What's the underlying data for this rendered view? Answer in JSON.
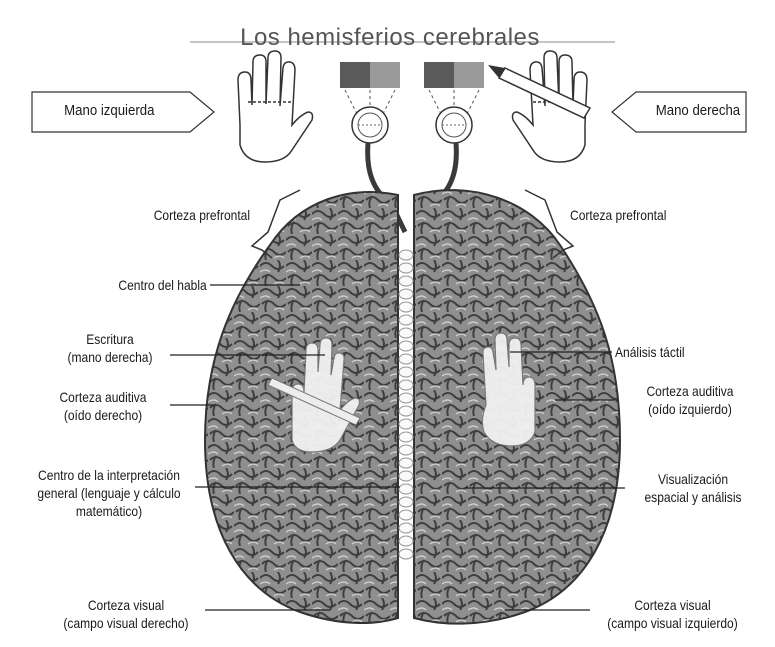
{
  "title": "Los hemisferios cerebrales",
  "hands": {
    "left": "Mano izquierda",
    "right": "Mano derecha"
  },
  "labels_left": {
    "prefrontal": "Corteza prefrontal",
    "speech": "Centro del habla",
    "writing_1": "Escritura",
    "writing_2": "(mano derecha)",
    "auditory_1": "Corteza auditiva",
    "auditory_2": "(oído derecho)",
    "interp_1": "Centro de la interpretación",
    "interp_2": "general (lenguaje y cálculo",
    "interp_3": "matemático)",
    "visual_1": "Corteza visual",
    "visual_2": "(campo visual derecho)"
  },
  "labels_right": {
    "prefrontal": "Corteza prefrontal",
    "tactile": "Análisis táctil",
    "auditory_1": "Corteza auditiva",
    "auditory_2": "(oído izquierdo)",
    "spatial_1": "Visualización",
    "spatial_2": "espacial y análisis",
    "visual_1": "Corteza visual",
    "visual_2": "(campo visual izquierdo)"
  },
  "colors": {
    "brain_fill": "#8c8c8c",
    "brain_dark": "#4a4a4a",
    "line": "#222222",
    "swatch_dark": "#5a5a5a",
    "swatch_light": "#9a9a9a",
    "hand_highlight": "#f2f2f2"
  }
}
